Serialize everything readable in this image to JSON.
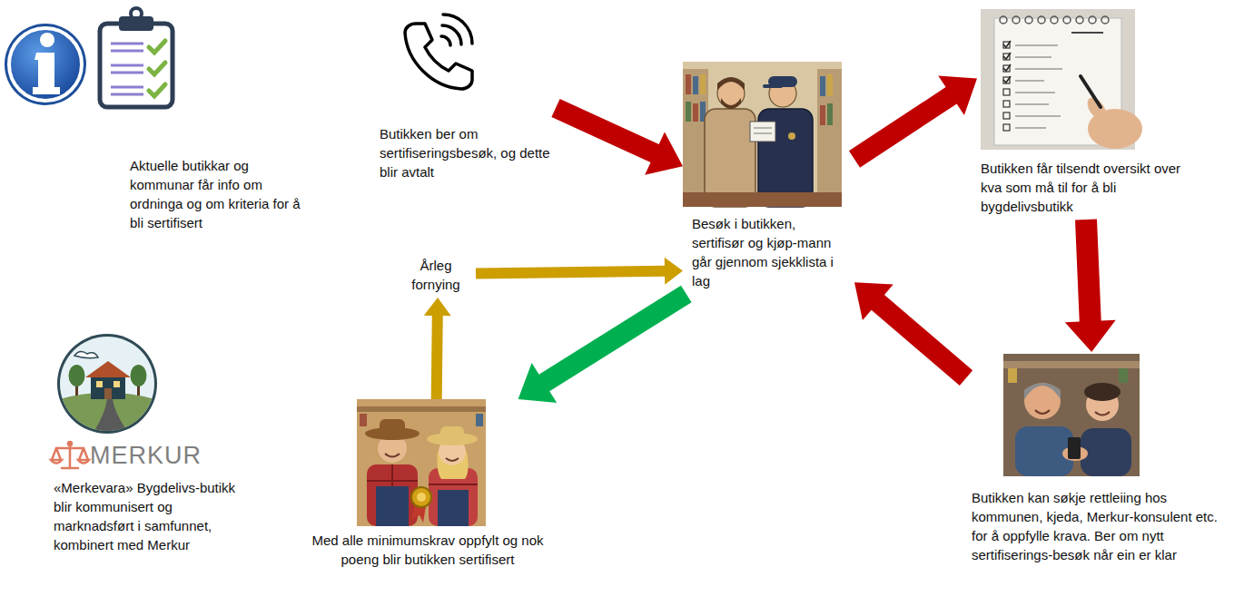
{
  "diagram": {
    "nodes": [
      {
        "text": [
          "Aktuelle butikkar og kommunar får info om ordninga og om kriteria for å bli sertifisert"
        ]
      },
      {
        "text": [
          "Butikken ber om sertifiseringsbesøk, og dette blir avtalt"
        ]
      },
      {
        "text": [
          "Butikken får tilsendt oversikt over kva som må til for å bli bygdelivsbutikk"
        ]
      },
      {
        "text": [
          "Årleg fornying"
        ]
      },
      {
        "text": [
          "Besøk i butikken, sertifisør og kjøp-mann går gjennom sjekklista i lag"
        ]
      },
      {
        "text": [
          "Butikken kan søkje rettleiing hos kommunen, kjeda, Merkur-konsulent etc. for å oppfylle krava. Ber om nytt sertifiserings-besøk når ein er klar"
        ]
      },
      {
        "text": [
          "MERKUR",
          "«Merkevara» Bygdelivs-butikk blir kommunisert og marknadsført i samfunnet, kombinert med Merkur"
        ]
      },
      {
        "text": [
          "Med alle minimumskrav oppfylt og nok poeng blir butikken sertifisert"
        ]
      }
    ],
    "edges": [
      {
        "from": 1,
        "to": 4,
        "arrow": "to"
      },
      {
        "from": 4,
        "to": 2,
        "arrow": "to"
      },
      {
        "from": 2,
        "to": 5,
        "arrow": "to"
      },
      {
        "from": 5,
        "to": 4,
        "arrow": "to"
      },
      {
        "from": 4,
        "to": 7,
        "arrow": "to"
      },
      {
        "from": 7,
        "to": 3,
        "arrow": "to"
      },
      {
        "from": 3,
        "to": 4,
        "arrow": "to"
      }
    ]
  }
}
